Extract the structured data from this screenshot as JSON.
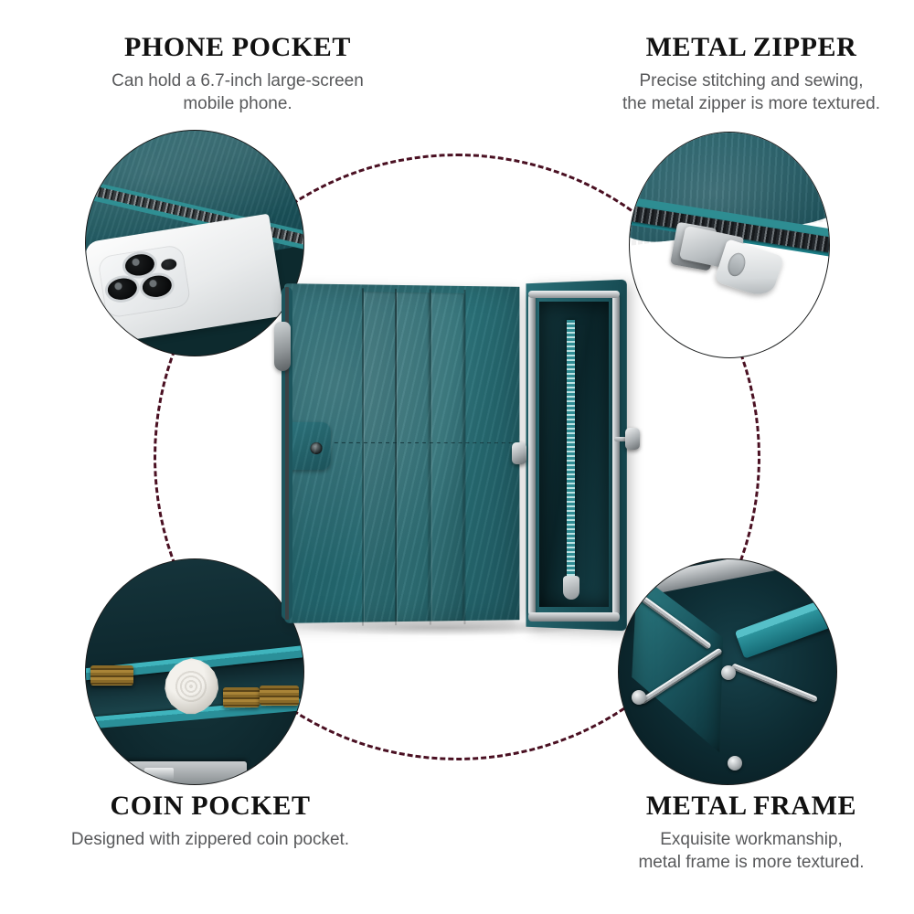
{
  "page": {
    "background_color": "#ffffff",
    "product": "teal genuine-leather long wallet",
    "accent_color": "#4a1022",
    "leather_color": "#2b6e76"
  },
  "features": [
    {
      "id": "phone-pocket",
      "position": "top-left",
      "title": "PHONE POCKET",
      "description_line1": "Can hold a 6.7-inch large-screen",
      "description_line2": "mobile phone.",
      "photo_alt": "white smartphone with triple camera inserted into teal leather zipper pocket"
    },
    {
      "id": "metal-zipper",
      "position": "top-right",
      "title": "METAL ZIPPER",
      "description_line1": "Precise stitching and sewing,",
      "description_line2": "the metal zipper is more textured.",
      "photo_alt": "close-up of gunmetal zipper teeth and silver pull tab on teal leather"
    },
    {
      "id": "coin-pocket",
      "position": "bottom-left",
      "title": "COIN POCKET",
      "description_line1": "Designed with zippered coin pocket.",
      "description_line2": "",
      "photo_alt": "open zippered coin pocket holding a scalloped silver coin and brass coin stacks"
    },
    {
      "id": "metal-frame",
      "position": "bottom-right",
      "title": "METAL FRAME",
      "description_line1": "Exquisite workmanship,",
      "description_line2": "metal frame is more textured.",
      "photo_alt": "interior kiss-lock metal frame with silver rods on dark teal leather"
    }
  ],
  "center": {
    "alt": "open teal leather wallet showing card slots, snap tab and metal frame compartment"
  }
}
